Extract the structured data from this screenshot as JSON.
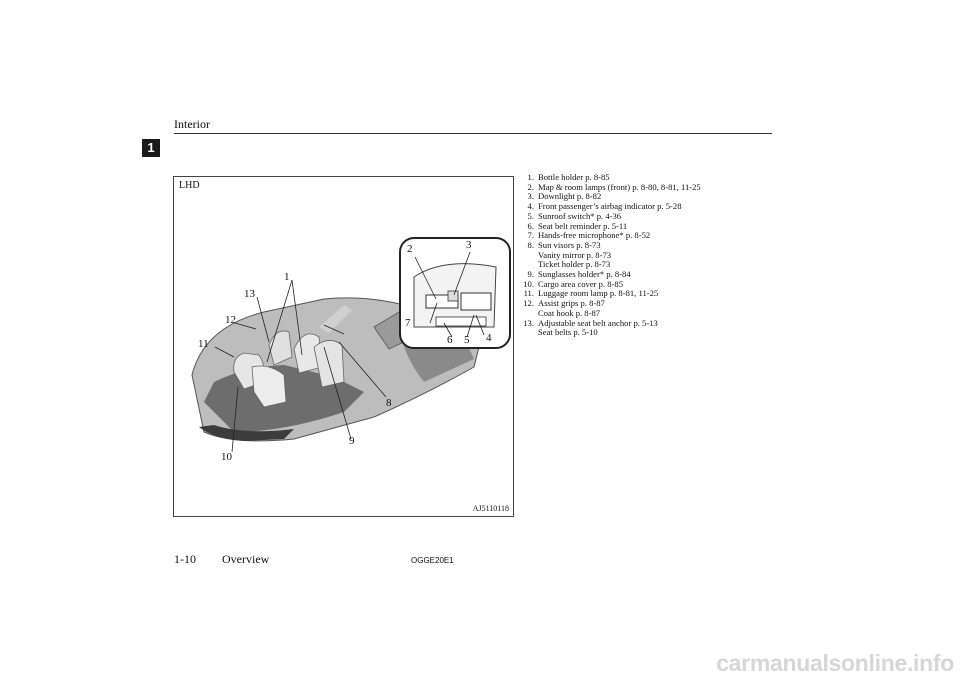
{
  "header": {
    "title": "Interior",
    "chapter_number": "1"
  },
  "figure": {
    "label": "LHD",
    "code": "AJ5110118",
    "numbers": [
      "1",
      "2",
      "3",
      "4",
      "5",
      "6",
      "7",
      "8",
      "9",
      "10",
      "11",
      "12",
      "13"
    ]
  },
  "callouts": [
    {
      "num": "1.",
      "text": "Bottle holder p. 8-85",
      "sub": []
    },
    {
      "num": "2.",
      "text": "Map & room lamps (front) p. 8-80, 8-81, 11-25",
      "sub": []
    },
    {
      "num": "3.",
      "text": "Downlight p. 8-82",
      "sub": []
    },
    {
      "num": "4.",
      "text": "Front passenger’s airbag indicator p. 5-28",
      "sub": []
    },
    {
      "num": "5.",
      "text": "Sunroof switch* p. 4-36",
      "sub": []
    },
    {
      "num": "6.",
      "text": "Seat belt reminder p. 5-11",
      "sub": []
    },
    {
      "num": "7.",
      "text": "Hands-free microphone* p. 8-52",
      "sub": []
    },
    {
      "num": "8.",
      "text": "Sun visors p. 8-73",
      "sub": [
        "Vanity mirror p. 8-73",
        "Ticket holder p. 8-73"
      ]
    },
    {
      "num": "9.",
      "text": "Sunglasses holder* p. 8-84",
      "sub": []
    },
    {
      "num": "10.",
      "text": "Cargo area cover p. 8-85",
      "sub": []
    },
    {
      "num": "11.",
      "text": "Luggage room lamp p. 8-81, 11-25",
      "sub": []
    },
    {
      "num": "12.",
      "text": "Assist grips p. 8-87",
      "sub": [
        "Coat hook p. 8-87"
      ]
    },
    {
      "num": "13.",
      "text": "Adjustable seat belt anchor p. 5-13",
      "sub": [
        "Seat belts p. 5-10"
      ]
    }
  ],
  "footer": {
    "page": "1-10",
    "section": "Overview",
    "code": "OGGE20E1"
  },
  "watermark": "carmanualsonline.info"
}
